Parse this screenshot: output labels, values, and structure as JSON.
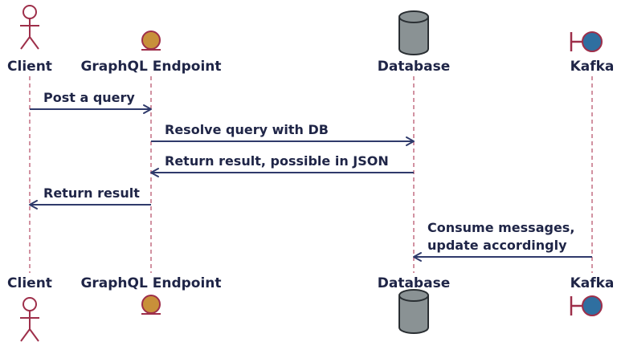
{
  "participants": [
    {
      "id": "client",
      "label": "Client",
      "shape": "actor-icon",
      "color": "#9e2f4a"
    },
    {
      "id": "graphql",
      "label": "GraphQL Endpoint",
      "shape": "entity-icon",
      "color": "#c8903a"
    },
    {
      "id": "database",
      "label": "Database",
      "shape": "database-icon",
      "color": "#8a9294"
    },
    {
      "id": "kafka",
      "label": "Kafka",
      "shape": "boundary-icon",
      "color": "#2f6fa0"
    }
  ],
  "messages": [
    {
      "from": "client",
      "to": "graphql",
      "lines": [
        "Post a query"
      ]
    },
    {
      "from": "graphql",
      "to": "database",
      "lines": [
        "Resolve query with DB"
      ]
    },
    {
      "from": "database",
      "to": "graphql",
      "lines": [
        "Return result, possible in JSON"
      ]
    },
    {
      "from": "graphql",
      "to": "client",
      "lines": [
        "Return result"
      ]
    },
    {
      "from": "kafka",
      "to": "database",
      "lines": [
        "Consume messages,",
        "update accordingly"
      ]
    }
  ],
  "colors": {
    "lifeline": "#b54a63",
    "arrow": "#2f3a6b",
    "text": "#1f2547"
  }
}
